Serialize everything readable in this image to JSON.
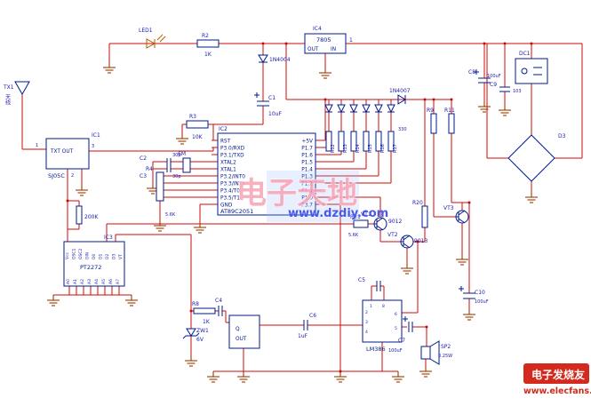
{
  "watermark": {
    "title": "电子天地",
    "url": "www.dzdiy.com"
  },
  "branding": {
    "name": "电子发烧友",
    "url": "www.elecfans.com"
  },
  "power": {
    "led1": "LED1",
    "r2": "R2",
    "r2_value": "1K",
    "ic4": "IC4",
    "ic4_part": "7805",
    "out": "OUT",
    "in": "IN",
    "pin1": "1",
    "vd_part": "1N4004",
    "dc1": "DC1",
    "c8": "C8",
    "c8_value": "100uF",
    "c9": "C9",
    "c9_value": "103",
    "d3": "D3"
  },
  "rf": {
    "tx1": "TX1",
    "antenna_note": "天线",
    "ic1": "IC1",
    "ic1_text": "TXT OUT",
    "ic1_part": "SJ05C",
    "pin1": "1",
    "pin2": "2",
    "pin3": "3",
    "r1_value": "200K"
  },
  "mcu": {
    "ic2": "IC2",
    "part": "AT89C2051",
    "r3": "R3",
    "r3_value": "10K",
    "c1": "C1",
    "c1_value": "10uF",
    "xtal": "6M",
    "c2": "C2",
    "c2_value": "30p",
    "c3": "C3",
    "c3_value": "30p",
    "r4": "R4",
    "r4_value": "5.6K",
    "left_pins": [
      "RST",
      "P3.0/RXD",
      "P3.1/TXD",
      "XTAL2",
      "XTAL1",
      "P3.2/INT0",
      "P3.3/INT1",
      "P3.4/T0",
      "P3.5/T1",
      "GND"
    ],
    "right_pins": [
      "+5V",
      "P1.7",
      "P1.6",
      "P1.5",
      "P1.4",
      "P1.3",
      "P1.2",
      "P1.1",
      "P1.0",
      "P3.7"
    ]
  },
  "indicators": {
    "d2_part": "1N4007",
    "r_series": [
      "R12",
      "R13",
      "R14",
      "R15",
      "R16",
      "R17"
    ],
    "r_series_value": "330",
    "r9": "R9",
    "r11": "R11"
  },
  "drivers": {
    "vt1": "VT1",
    "vt1_part": "9012",
    "vt2": "VT2",
    "vt2_part": "9013",
    "vt3": "VT3",
    "r20": "R20",
    "r21": "R21",
    "r21_value": "5.6K"
  },
  "decoder": {
    "ic3": "IC3",
    "part": "PT2272",
    "top_pins": [
      "Vcc",
      "OSC1",
      "OSC2",
      "DIN",
      "D0",
      "D1",
      "D2",
      "D3",
      "VT"
    ],
    "addr_pins": [
      "A0",
      "A1",
      "A2",
      "A3",
      "A4",
      "A5",
      "A6",
      "A7"
    ]
  },
  "audio": {
    "r8": "R8",
    "r8_value": "1K",
    "c4": "C4",
    "box_q": "Q",
    "box_out": "OUT",
    "zw1": "ZW1",
    "zw1_value": "6V",
    "c6": "C6",
    "c6_value": "1uF",
    "amp": "LM386",
    "c5": "C5",
    "c7": "C7",
    "c7_value": "100uF",
    "c10": "C10",
    "c10_value": "100uF",
    "sp2": "SP2",
    "sp2_value": "0.25W",
    "pins": {
      "p1": "1",
      "p2": "2",
      "p3": "3",
      "p4": "4",
      "p5": "5",
      "p6": "6",
      "p8": "8"
    }
  }
}
